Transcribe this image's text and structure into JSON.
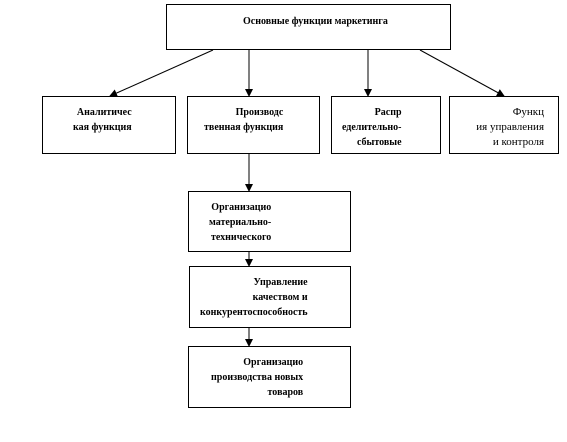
{
  "diagram": {
    "root": "Основные функции маркетинга",
    "functions": [
      "Аналитичес\nкая функция",
      "Производс\nтвенная функция",
      "Распр\nеделительно-\nсбытовые",
      "Функц\nия управления\nи контроля"
    ],
    "production_chain": [
      "Организацио\nматериально-\nтехнического",
      "Управление\nкачеством и\nконкурентоспособность",
      "Организацио\nпроизводства новых\nтоваров"
    ]
  },
  "colors": {
    "line": "#000000",
    "box_fill": "#ffffff",
    "text": "#000000"
  }
}
